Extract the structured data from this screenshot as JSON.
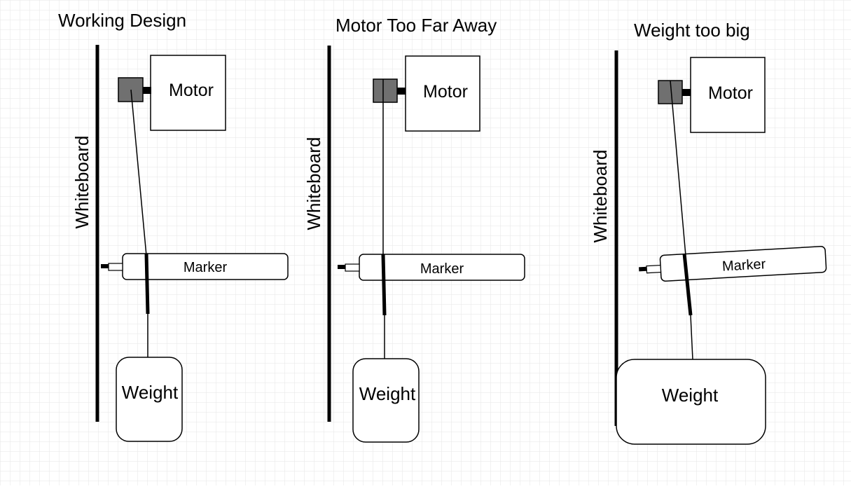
{
  "colors": {
    "background": "#ffffff",
    "grid": "#e6e6e6",
    "stroke": "#000000",
    "spool": "#707070"
  },
  "panels": [
    {
      "title": "Working Design",
      "whiteboard_label": "Whiteboard",
      "motor_label": "Motor",
      "marker_label": "Marker",
      "weight_label": "Weight"
    },
    {
      "title": "Motor Too Far Away",
      "whiteboard_label": "Whiteboard",
      "motor_label": "Motor",
      "marker_label": "Marker",
      "weight_label": "Weight"
    },
    {
      "title": "Weight too big",
      "whiteboard_label": "Whiteboard",
      "motor_label": "Motor",
      "marker_label": "Marker",
      "weight_label": "Weight"
    }
  ]
}
